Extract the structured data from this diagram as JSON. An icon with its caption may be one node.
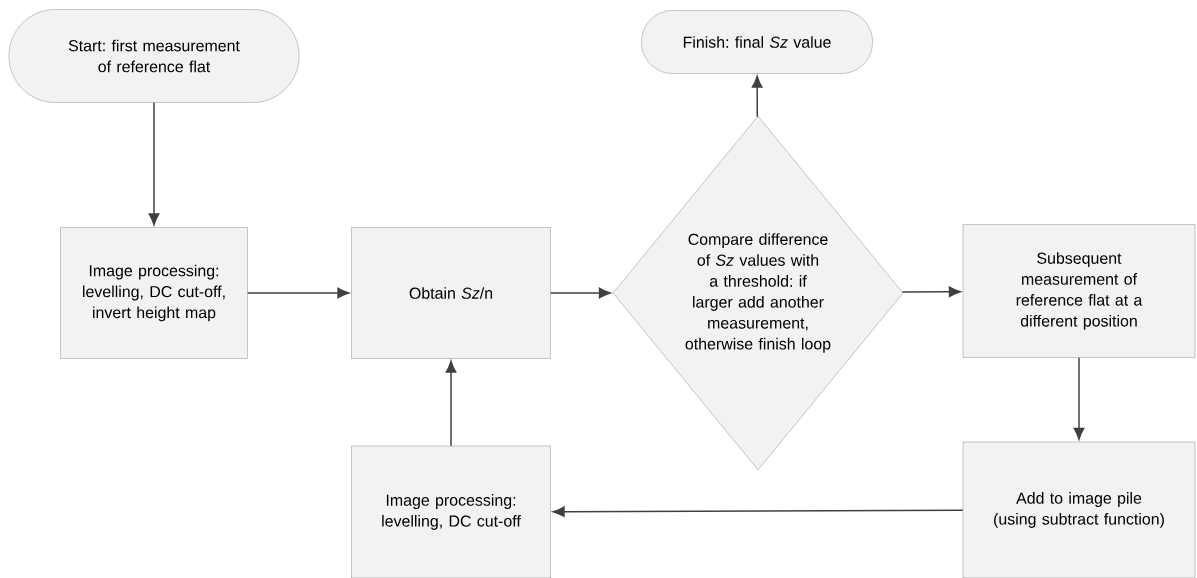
{
  "diagram": {
    "nodes": [
      {
        "text": [
          "Start: first measurement of reference flat"
        ]
      },
      {
        "text": [
          "Image processing: levelling, DC cut-off, invert height map"
        ]
      },
      {
        "text": [
          "Obtain *Sz*/n"
        ]
      },
      {
        "text": [
          "Finish: final *Sz* value"
        ]
      },
      {
        "text": [
          "Compare difference of *Sz* values with a threshold: if larger add another measurement, otherwise finish loop"
        ]
      },
      {
        "text": [
          "Subsequent measurement of reference flat at a different position"
        ]
      },
      {
        "text": [
          "Add to image pile (using subtract function)"
        ]
      },
      {
        "text": [
          "Image processing: levelling, DC cut-off"
        ]
      }
    ],
    "edges": [
      {
        "from": 0,
        "to": 1,
        "arrow": "to"
      },
      {
        "from": 1,
        "to": 2,
        "arrow": "to"
      },
      {
        "from": 2,
        "to": 4,
        "arrow": "to"
      },
      {
        "from": 4,
        "to": 3,
        "arrow": "to"
      },
      {
        "from": 4,
        "to": 5,
        "arrow": "to"
      },
      {
        "from": 5,
        "to": 6,
        "arrow": "to"
      },
      {
        "from": 6,
        "to": 7,
        "arrow": "to"
      },
      {
        "from": 7,
        "to": 2,
        "arrow": "to"
      }
    ]
  }
}
